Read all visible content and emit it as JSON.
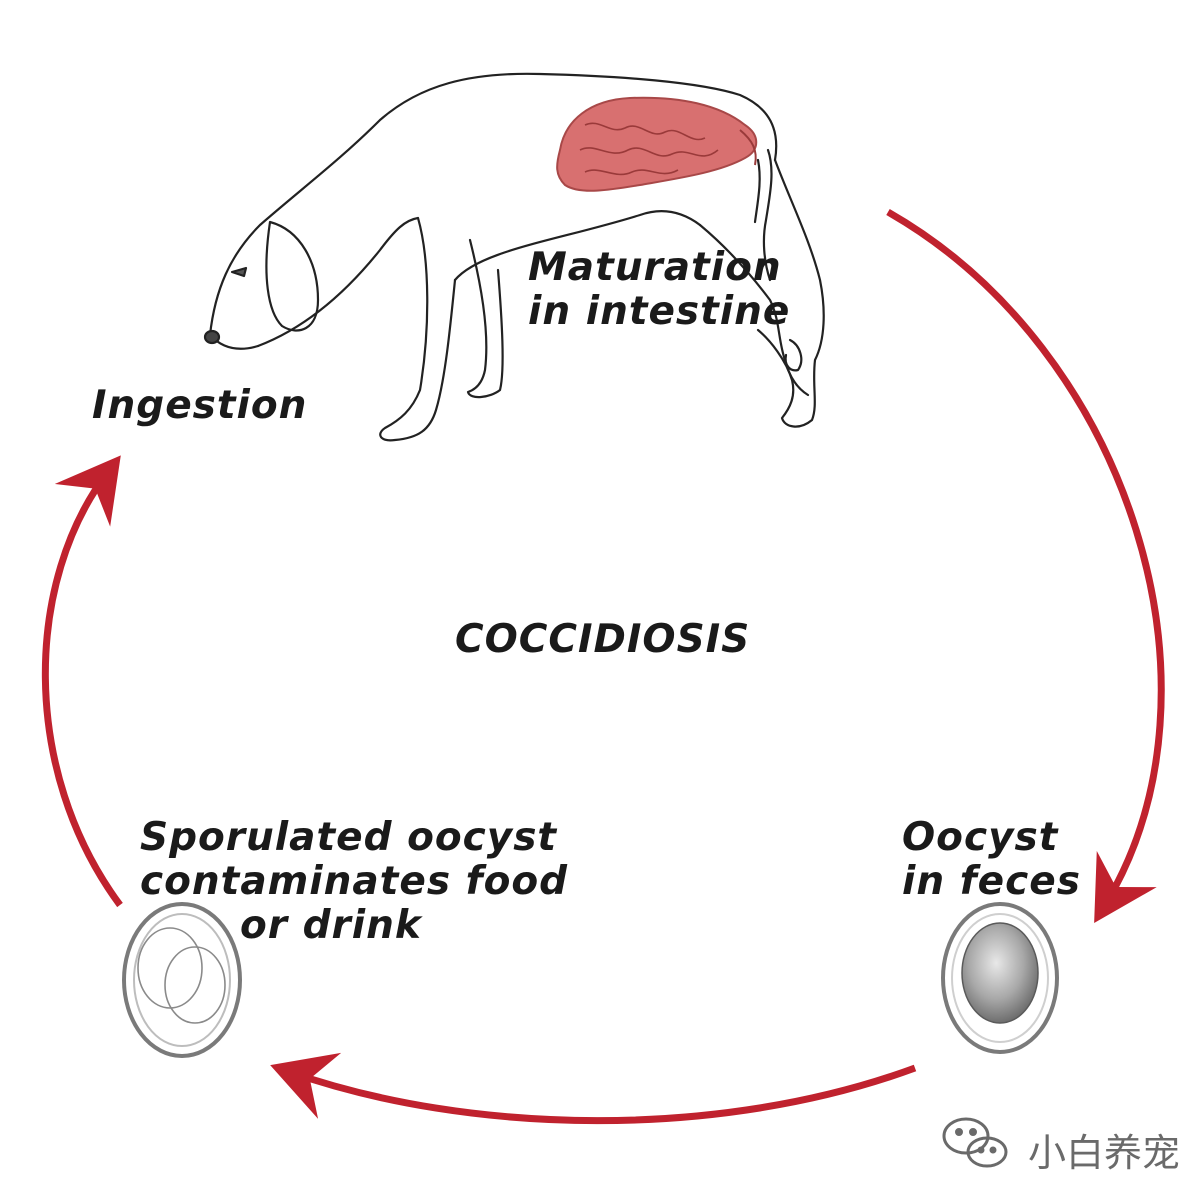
{
  "diagram": {
    "title": "COCCIDIOSIS",
    "stages": {
      "maturation": [
        "Maturation",
        "in intestine"
      ],
      "ingestion": "Ingestion",
      "sporulated": [
        "Sporulated oocyst",
        "contaminates food",
        "or drink"
      ],
      "feces": [
        "Oocyst",
        "in feces"
      ]
    },
    "arrow_color": "#c0222e",
    "organ_color": "#d87070"
  },
  "watermark": {
    "icon": "wechat-icon",
    "text": "小白养宠"
  }
}
